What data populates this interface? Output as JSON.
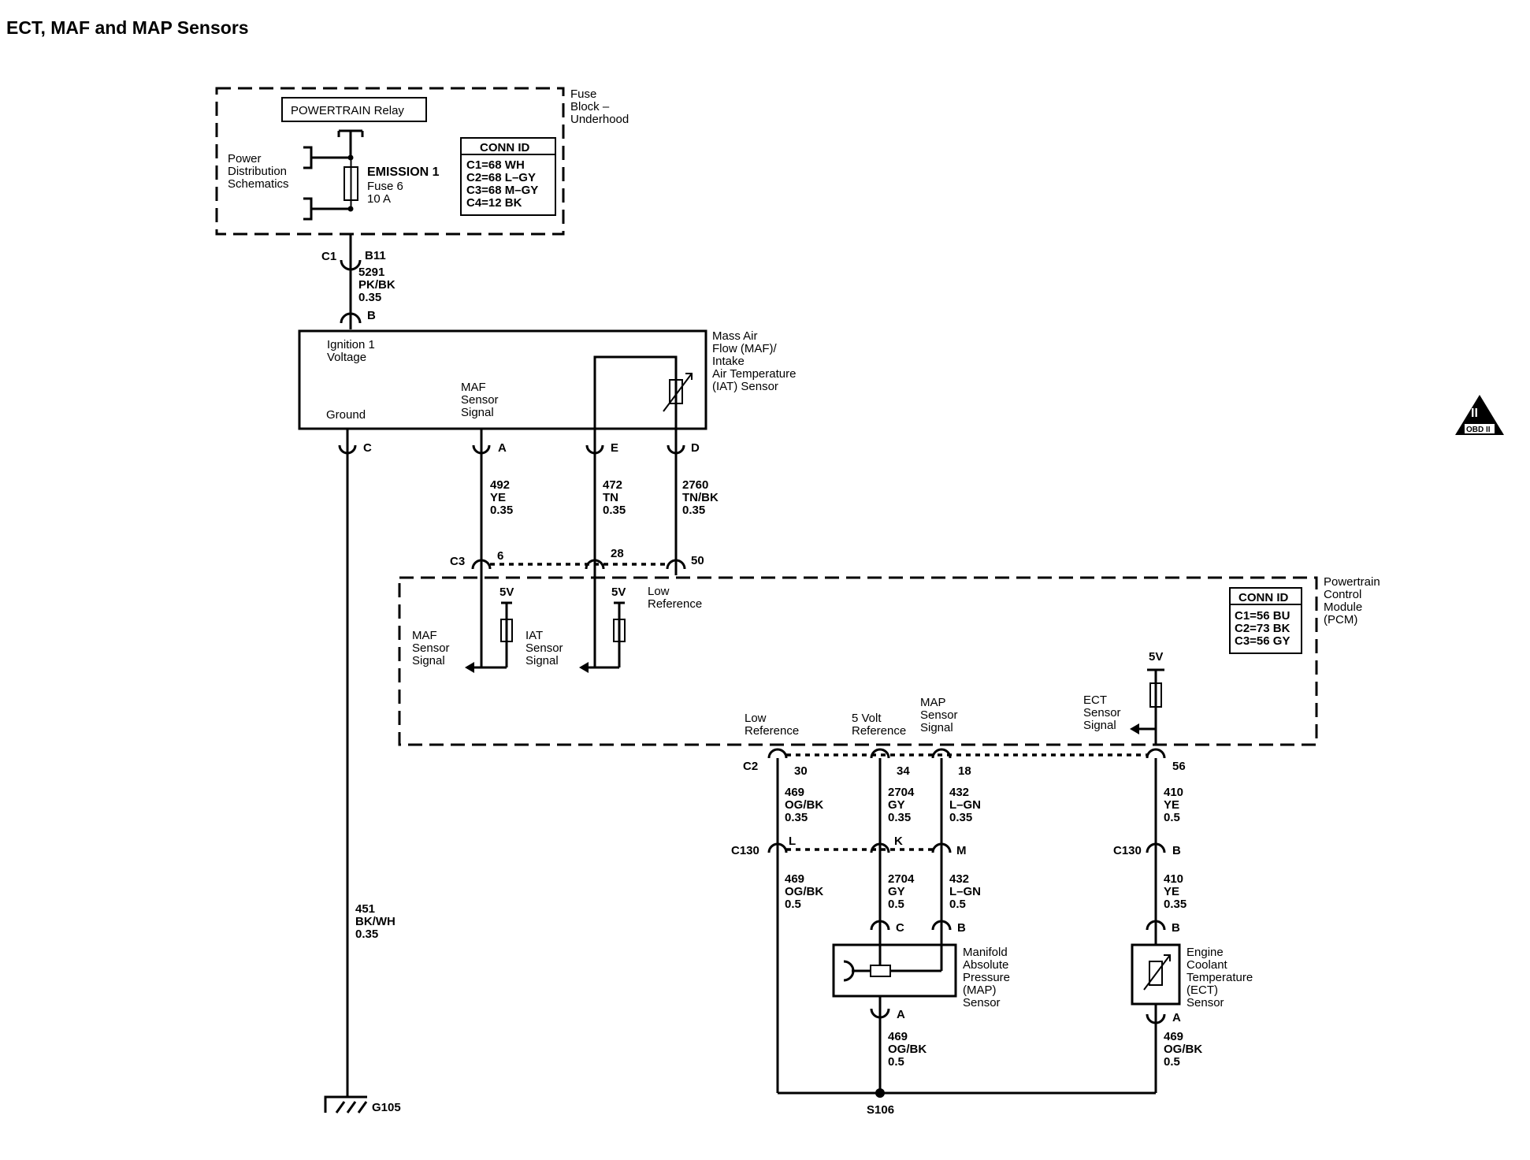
{
  "title": "ECT, MAF and MAP Sensors",
  "obd_badge": {
    "numeral": "II",
    "text": "OBD II"
  },
  "fuse_block": {
    "label": [
      "Fuse",
      "Block –",
      "Underhood"
    ],
    "relay": "POWERTRAIN Relay",
    "power_distribution": [
      "Power",
      "Distribution",
      "Schematics"
    ],
    "fuse_name": "EMISSION 1",
    "fuse_number": "Fuse 6",
    "fuse_rating": "10 A",
    "conn_id_title": "CONN ID",
    "conn_ids": [
      "C1=68 WH",
      "C2=68 L–GY",
      "C3=68 M–GY",
      "C4=12 BK"
    ]
  },
  "ign_wire": {
    "connector": "C1",
    "pin": "B11",
    "circuit": "5291",
    "color": "PK/BK",
    "size": "0.35"
  },
  "maf_sensor": {
    "label": [
      "Mass Air",
      "Flow (MAF)/",
      "Intake",
      "Air Temperature",
      "(IAT) Sensor"
    ],
    "ignition": [
      "Ignition 1",
      "Voltage"
    ],
    "maf_signal": [
      "MAF",
      "Sensor",
      "Signal"
    ],
    "ground": "Ground",
    "pin_b": "B",
    "pin_c": "C",
    "pin_a": "A",
    "pin_e": "E",
    "pin_d": "D"
  },
  "wires_upper": [
    {
      "circuit": "492",
      "color": "YE",
      "size": "0.35",
      "pcm_pin": "6"
    },
    {
      "circuit": "472",
      "color": "TN",
      "size": "0.35",
      "pcm_pin": "28"
    },
    {
      "circuit": "2760",
      "color": "TN/BK",
      "size": "0.35",
      "pcm_pin": "50"
    }
  ],
  "ground_wire": {
    "circuit": "451",
    "color": "BK/WH",
    "size": "0.35",
    "ground": "G105"
  },
  "pcm": {
    "label": [
      "Powertrain",
      "Control",
      "Module",
      "(PCM)"
    ],
    "conn_id_title": "CONN ID",
    "conn_ids": [
      "C1=56 BU",
      "C2=73 BK",
      "C3=56 GY"
    ],
    "c3": "C3",
    "c2": "C2",
    "five_v": "5V",
    "maf_signal": [
      "MAF",
      "Sensor",
      "Signal"
    ],
    "iat_signal": [
      "IAT",
      "Sensor",
      "Signal"
    ],
    "low_ref_top": [
      "Low",
      "Reference"
    ],
    "low_ref": [
      "Low",
      "Reference"
    ],
    "five_volt_ref": [
      "5 Volt",
      "Reference"
    ],
    "map_signal": [
      "MAP",
      "Sensor",
      "Signal"
    ],
    "ect_signal": [
      "ECT",
      "Sensor",
      "Signal"
    ]
  },
  "wires_lower_pcm": [
    {
      "pin": "30",
      "circuit": "469",
      "color": "OG/BK",
      "size": "0.35",
      "c130": "L"
    },
    {
      "pin": "34",
      "circuit": "2704",
      "color": "GY",
      "size": "0.35",
      "c130": "K"
    },
    {
      "pin": "18",
      "circuit": "432",
      "color": "L–GN",
      "size": "0.35",
      "c130": "M"
    },
    {
      "pin": "56",
      "circuit": "410",
      "color": "YE",
      "size": "0.5",
      "c130": "B"
    }
  ],
  "c130": "C130",
  "wires_lower_sensor": [
    {
      "circuit": "469",
      "color": "OG/BK",
      "size": "0.5"
    },
    {
      "circuit": "2704",
      "color": "GY",
      "size": "0.5",
      "pin": "C"
    },
    {
      "circuit": "432",
      "color": "L–GN",
      "size": "0.5",
      "pin": "B"
    },
    {
      "circuit": "410",
      "color": "YE",
      "size": "0.35",
      "pin": "B"
    }
  ],
  "map_sensor": {
    "label": [
      "Manifold",
      "Absolute",
      "Pressure",
      "(MAP)",
      "Sensor"
    ],
    "pin_a": "A"
  },
  "ect_sensor": {
    "label": [
      "Engine",
      "Coolant",
      "Temperature",
      "(ECT)",
      "Sensor"
    ],
    "pin_a": "A"
  },
  "return_wires": [
    {
      "circuit": "469",
      "color": "OG/BK",
      "size": "0.5"
    },
    {
      "circuit": "469",
      "color": "OG/BK",
      "size": "0.5"
    }
  ],
  "splice": "S106"
}
